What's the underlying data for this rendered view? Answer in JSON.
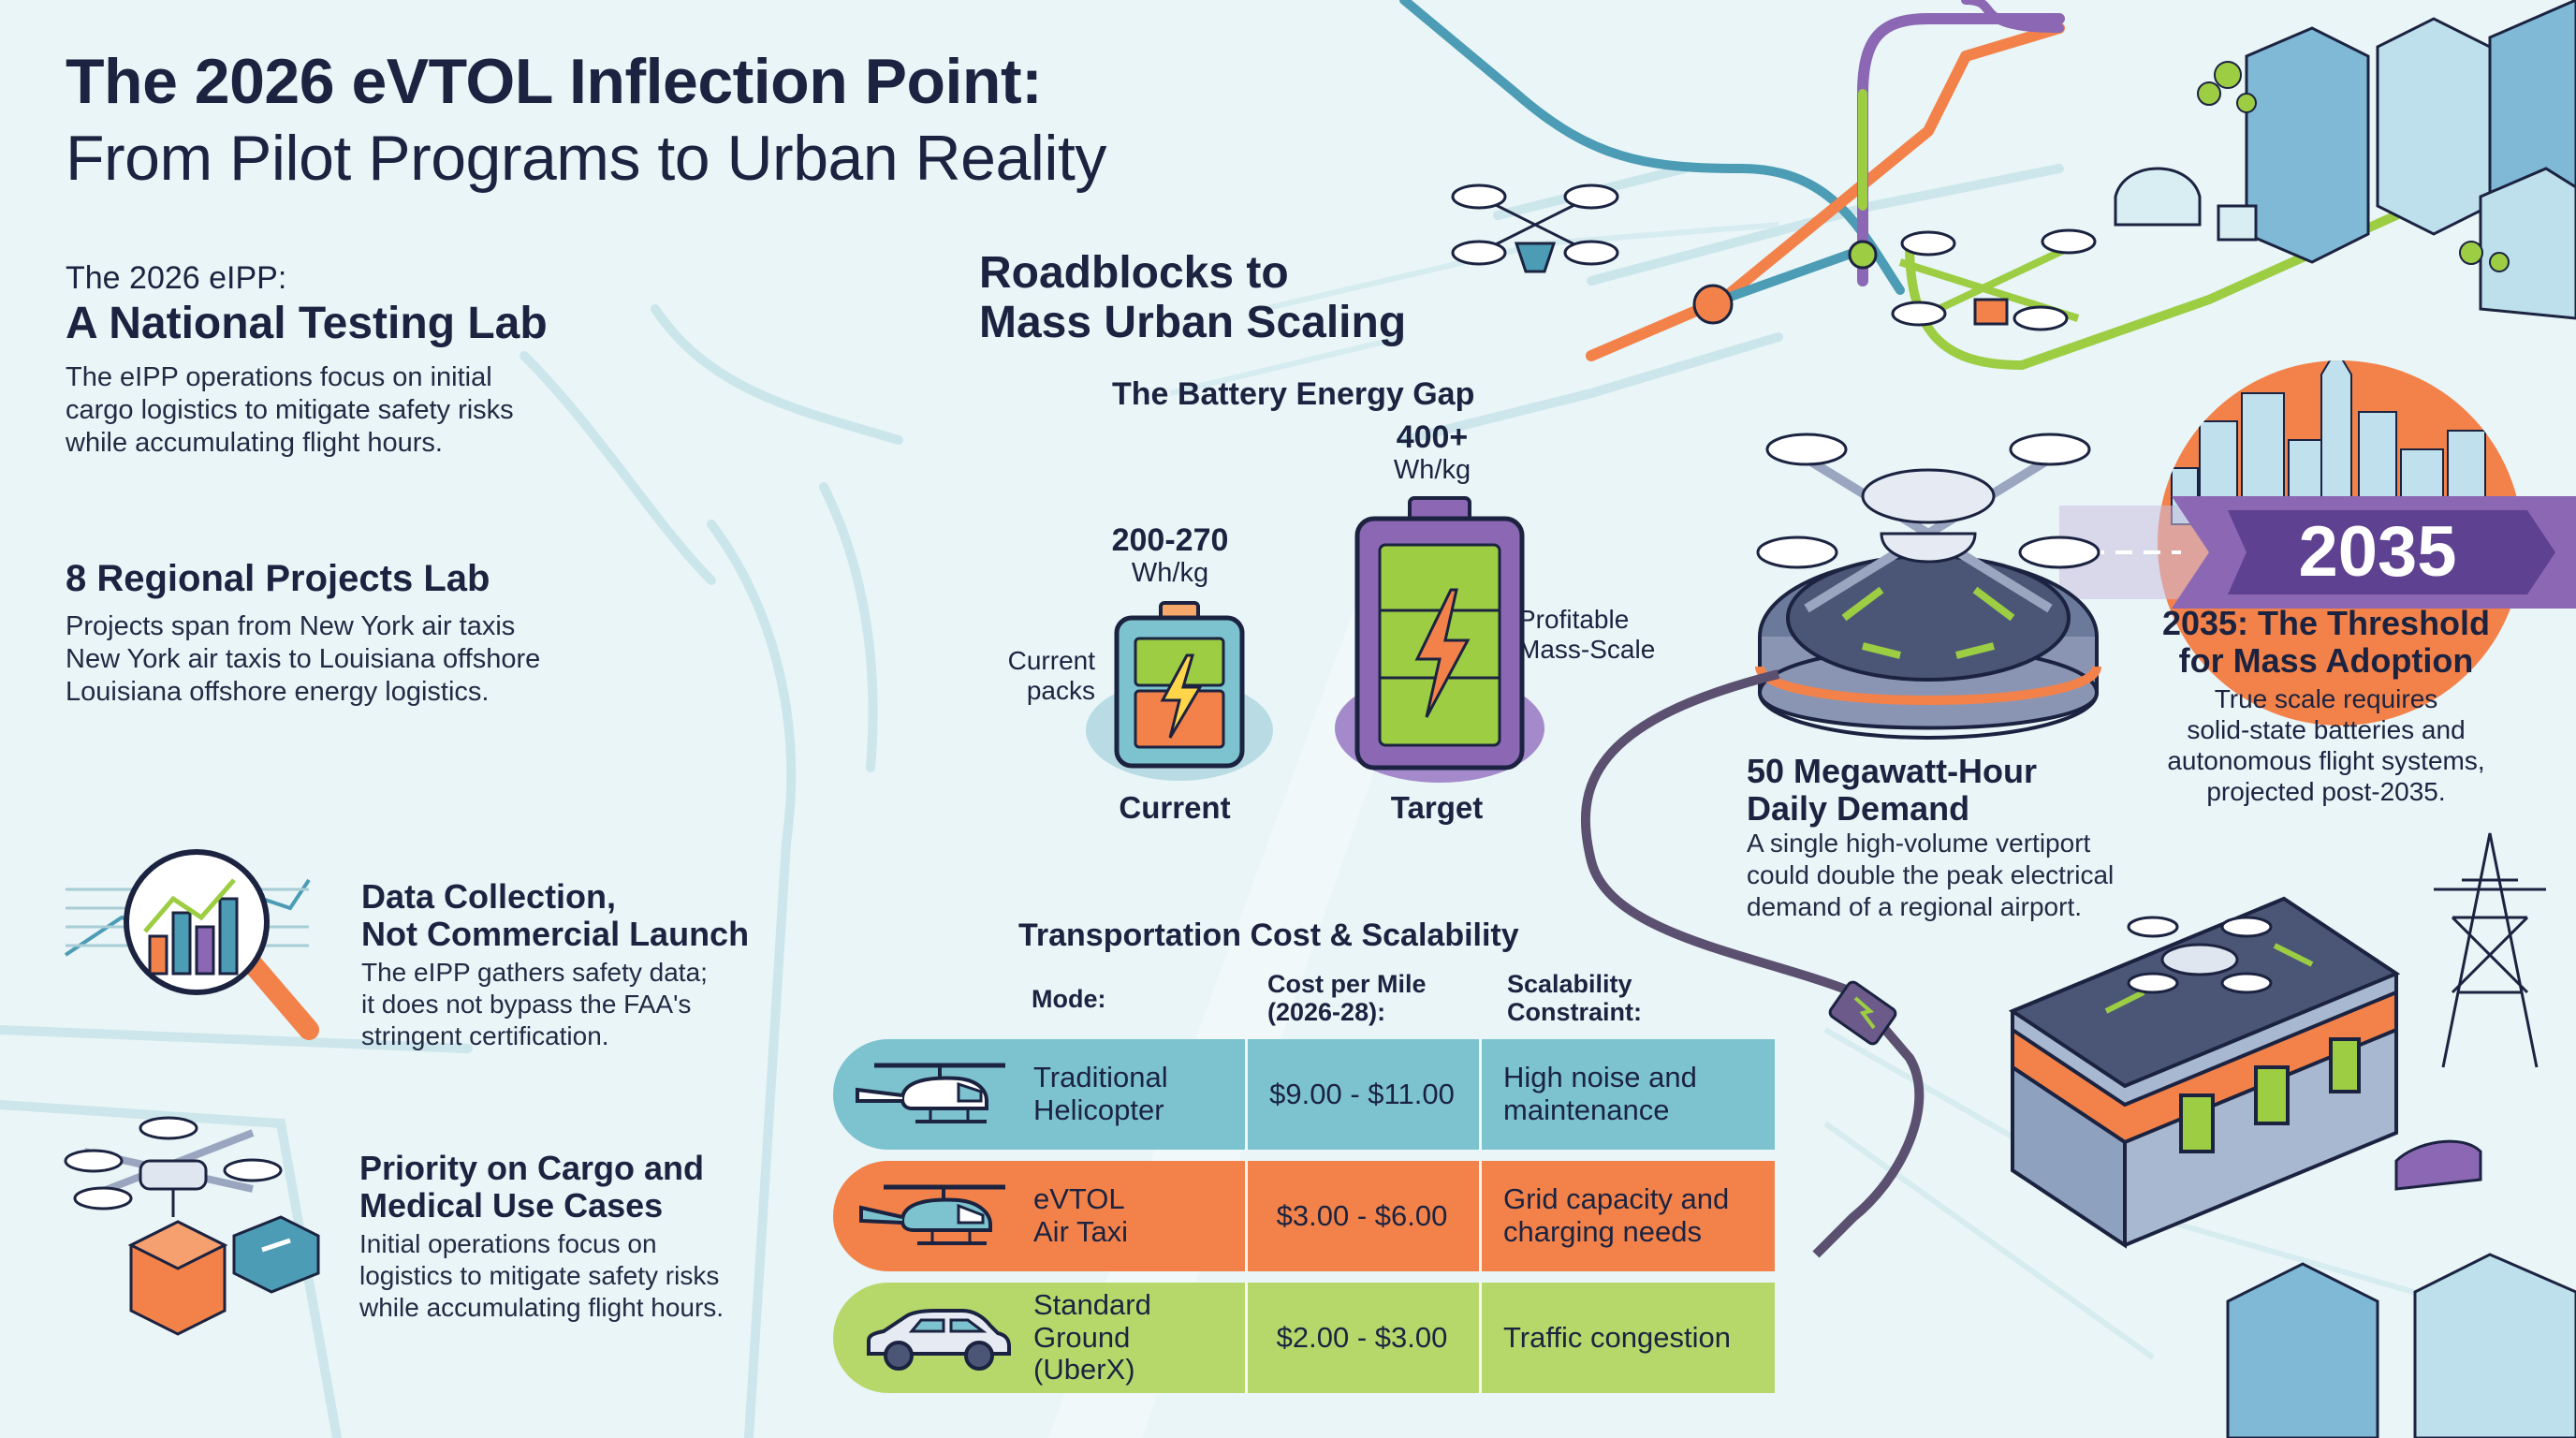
{
  "header": {
    "title_line1": "The 2026 eVTOL Inflection Point:",
    "title_line2": "From Pilot Programs to Urban Reality"
  },
  "eipp": {
    "kicker": "The 2026 eIPP:",
    "title": "A National Testing Lab",
    "body": [
      "The eIPP operations focus on initial",
      "cargo logistics to mitigate safety risks",
      "while accumulating flight hours."
    ]
  },
  "regional": {
    "title": "8 Regional Projects Lab",
    "body": [
      "Projects span from New York air taxis",
      "New York air taxis to Louisiana offshore",
      "Louisiana offshore energy logistics."
    ]
  },
  "data_collection": {
    "title": [
      "Data Collection,",
      "Not Commercial Launch"
    ],
    "body": [
      "The eIPP gathers safety data;",
      "it does not bypass the FAA's",
      "stringent certification."
    ]
  },
  "priority": {
    "title": [
      "Priority on Cargo and",
      "Medical Use Cases"
    ],
    "body": [
      "Initial operations focus on",
      "logistics to mitigate safety risks",
      "while accumulating flight hours."
    ]
  },
  "roadblocks": {
    "title": [
      "Roadblocks to",
      "Mass Urban Scaling"
    ]
  },
  "battery": {
    "title": "The Battery Energy Gap",
    "current": {
      "value": "200-270",
      "unit": "Wh/kg",
      "side_label": [
        "Current",
        "packs"
      ],
      "label": "Current"
    },
    "target": {
      "value": "400+",
      "unit": "Wh/kg",
      "side_label": [
        "Profitable",
        "Mass-Scale"
      ],
      "label": "Target"
    }
  },
  "table": {
    "title": "Transportation Cost & Scalability",
    "headers": {
      "mode": "Mode:",
      "cost": [
        "Cost per Mile",
        "(2026-28):"
      ],
      "scal": [
        "Scalability",
        "Constraint:"
      ]
    },
    "rows": [
      {
        "mode": [
          "Traditional",
          "Helicopter"
        ],
        "cost": "$9.00 - $11.00",
        "scal": [
          "High noise and",
          "maintenance"
        ],
        "color": "#7cc3cf",
        "icon": "helicopter-icon"
      },
      {
        "mode": [
          "eVTOL",
          "Air Taxi"
        ],
        "cost": "$3.00 - $6.00",
        "scal": [
          "Grid capacity and",
          "charging needs"
        ],
        "color": "#f3824a",
        "icon": "evtol-icon"
      },
      {
        "mode": [
          "Standard",
          "Ground",
          "(UberX)"
        ],
        "cost": "$2.00 - $3.00",
        "scal": [
          "Traffic congestion"
        ],
        "color": "#b6d86b",
        "icon": "car-icon"
      }
    ]
  },
  "demand": {
    "title": [
      "50 Megawatt-Hour",
      "Daily Demand"
    ],
    "body": [
      "A single high-volume vertiport",
      "could double the peak electrical",
      "demand of a regional airport."
    ]
  },
  "threshold": {
    "year": "2035",
    "title": [
      "2035: The Threshold",
      "for Mass Adoption"
    ],
    "body": [
      "True scale requires",
      "solid-state batteries and",
      "autonomous flight systems,",
      "projected post-2035."
    ]
  },
  "colors": {
    "navy": "#1b2340",
    "orange": "#f3824a",
    "purple": "#8b67b4",
    "green": "#b6d86b",
    "teal": "#7cc3cf",
    "background": "#e9f5f7"
  }
}
